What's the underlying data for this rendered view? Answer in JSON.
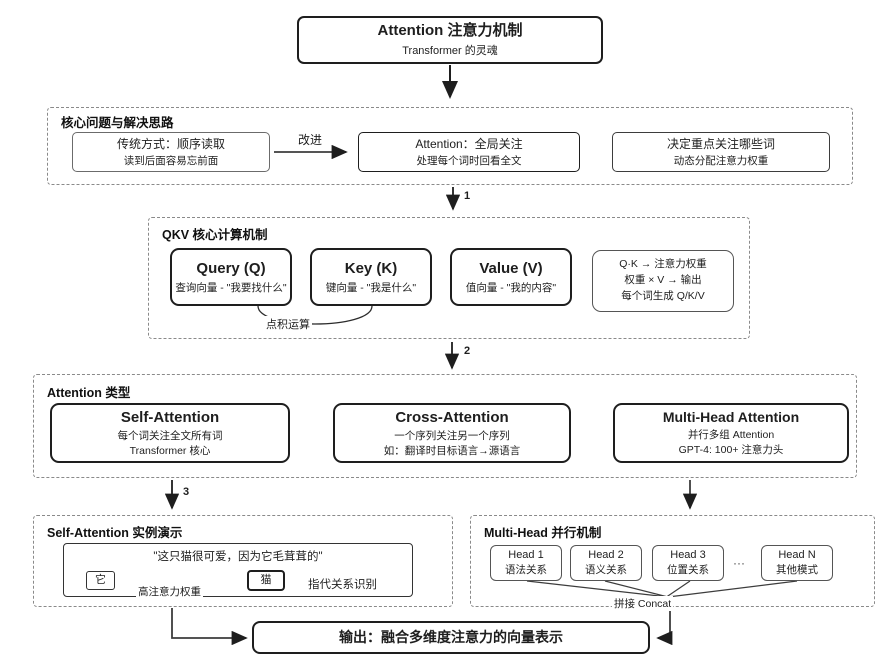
{
  "title_box": {
    "title": "Attention 注意力机制",
    "subtitle": "Transformer 的灵魂"
  },
  "flow_labels": {
    "step1": "1",
    "step2": "2",
    "step3": "3"
  },
  "section_problem": {
    "label": "核心问题与解决思路",
    "traditional": {
      "line1": "传统方式：顺序读取",
      "line2": "读到后面容易忘前面"
    },
    "improve_label": "改进",
    "attention": {
      "line1": "Attention：全局关注",
      "line2": "处理每个词时回看全文"
    },
    "decide": {
      "line1": "决定重点关注哪些词",
      "line2": "动态分配注意力权重"
    }
  },
  "section_qkv": {
    "label": "QKV 核心计算机制",
    "query": {
      "title": "Query (Q)",
      "subtitle": "查询向量 - \"我要找什么\""
    },
    "key": {
      "title": "Key (K)",
      "subtitle": "键向量 - \"我是什么\""
    },
    "value": {
      "title": "Value (V)",
      "subtitle": "值向量 - \"我的内容\""
    },
    "formula": {
      "line1": "Q·K → 注意力权重",
      "line2": "权重 × V → 输出",
      "line3": "每个词生成 Q/K/V"
    },
    "dot_product_label": "点积运算"
  },
  "section_types": {
    "label": "Attention 类型",
    "self": {
      "title": "Self-Attention",
      "line1": "每个词关注全文所有词",
      "line2": "Transformer 核心"
    },
    "cross": {
      "title": "Cross-Attention",
      "line1": "一个序列关注另一个序列",
      "line2": "如：翻译时目标语言→源语言"
    },
    "multi": {
      "title": "Multi-Head Attention",
      "line1": "并行多组 Attention",
      "line2": "GPT-4: 100+ 注意力头"
    }
  },
  "section_demo": {
    "label": "Self-Attention 实例演示",
    "sentence": "\"这只猫很可爱，因为它毛茸茸的\"",
    "token_it": "它",
    "token_cat": "猫",
    "weight_label": "高注意力权重",
    "relation_label": "指代关系识别"
  },
  "section_multihead": {
    "label": "Multi-Head 并行机制",
    "heads": [
      {
        "title": "Head 1",
        "subtitle": "语法关系"
      },
      {
        "title": "Head 2",
        "subtitle": "语义关系"
      },
      {
        "title": "Head 3",
        "subtitle": "位置关系"
      },
      {
        "title": "Head N",
        "subtitle": "其他模式"
      }
    ],
    "dots": "···",
    "concat_label": "拼接 Concat"
  },
  "output_box": {
    "label": "输出：融合多维度注意力的向量表示"
  }
}
